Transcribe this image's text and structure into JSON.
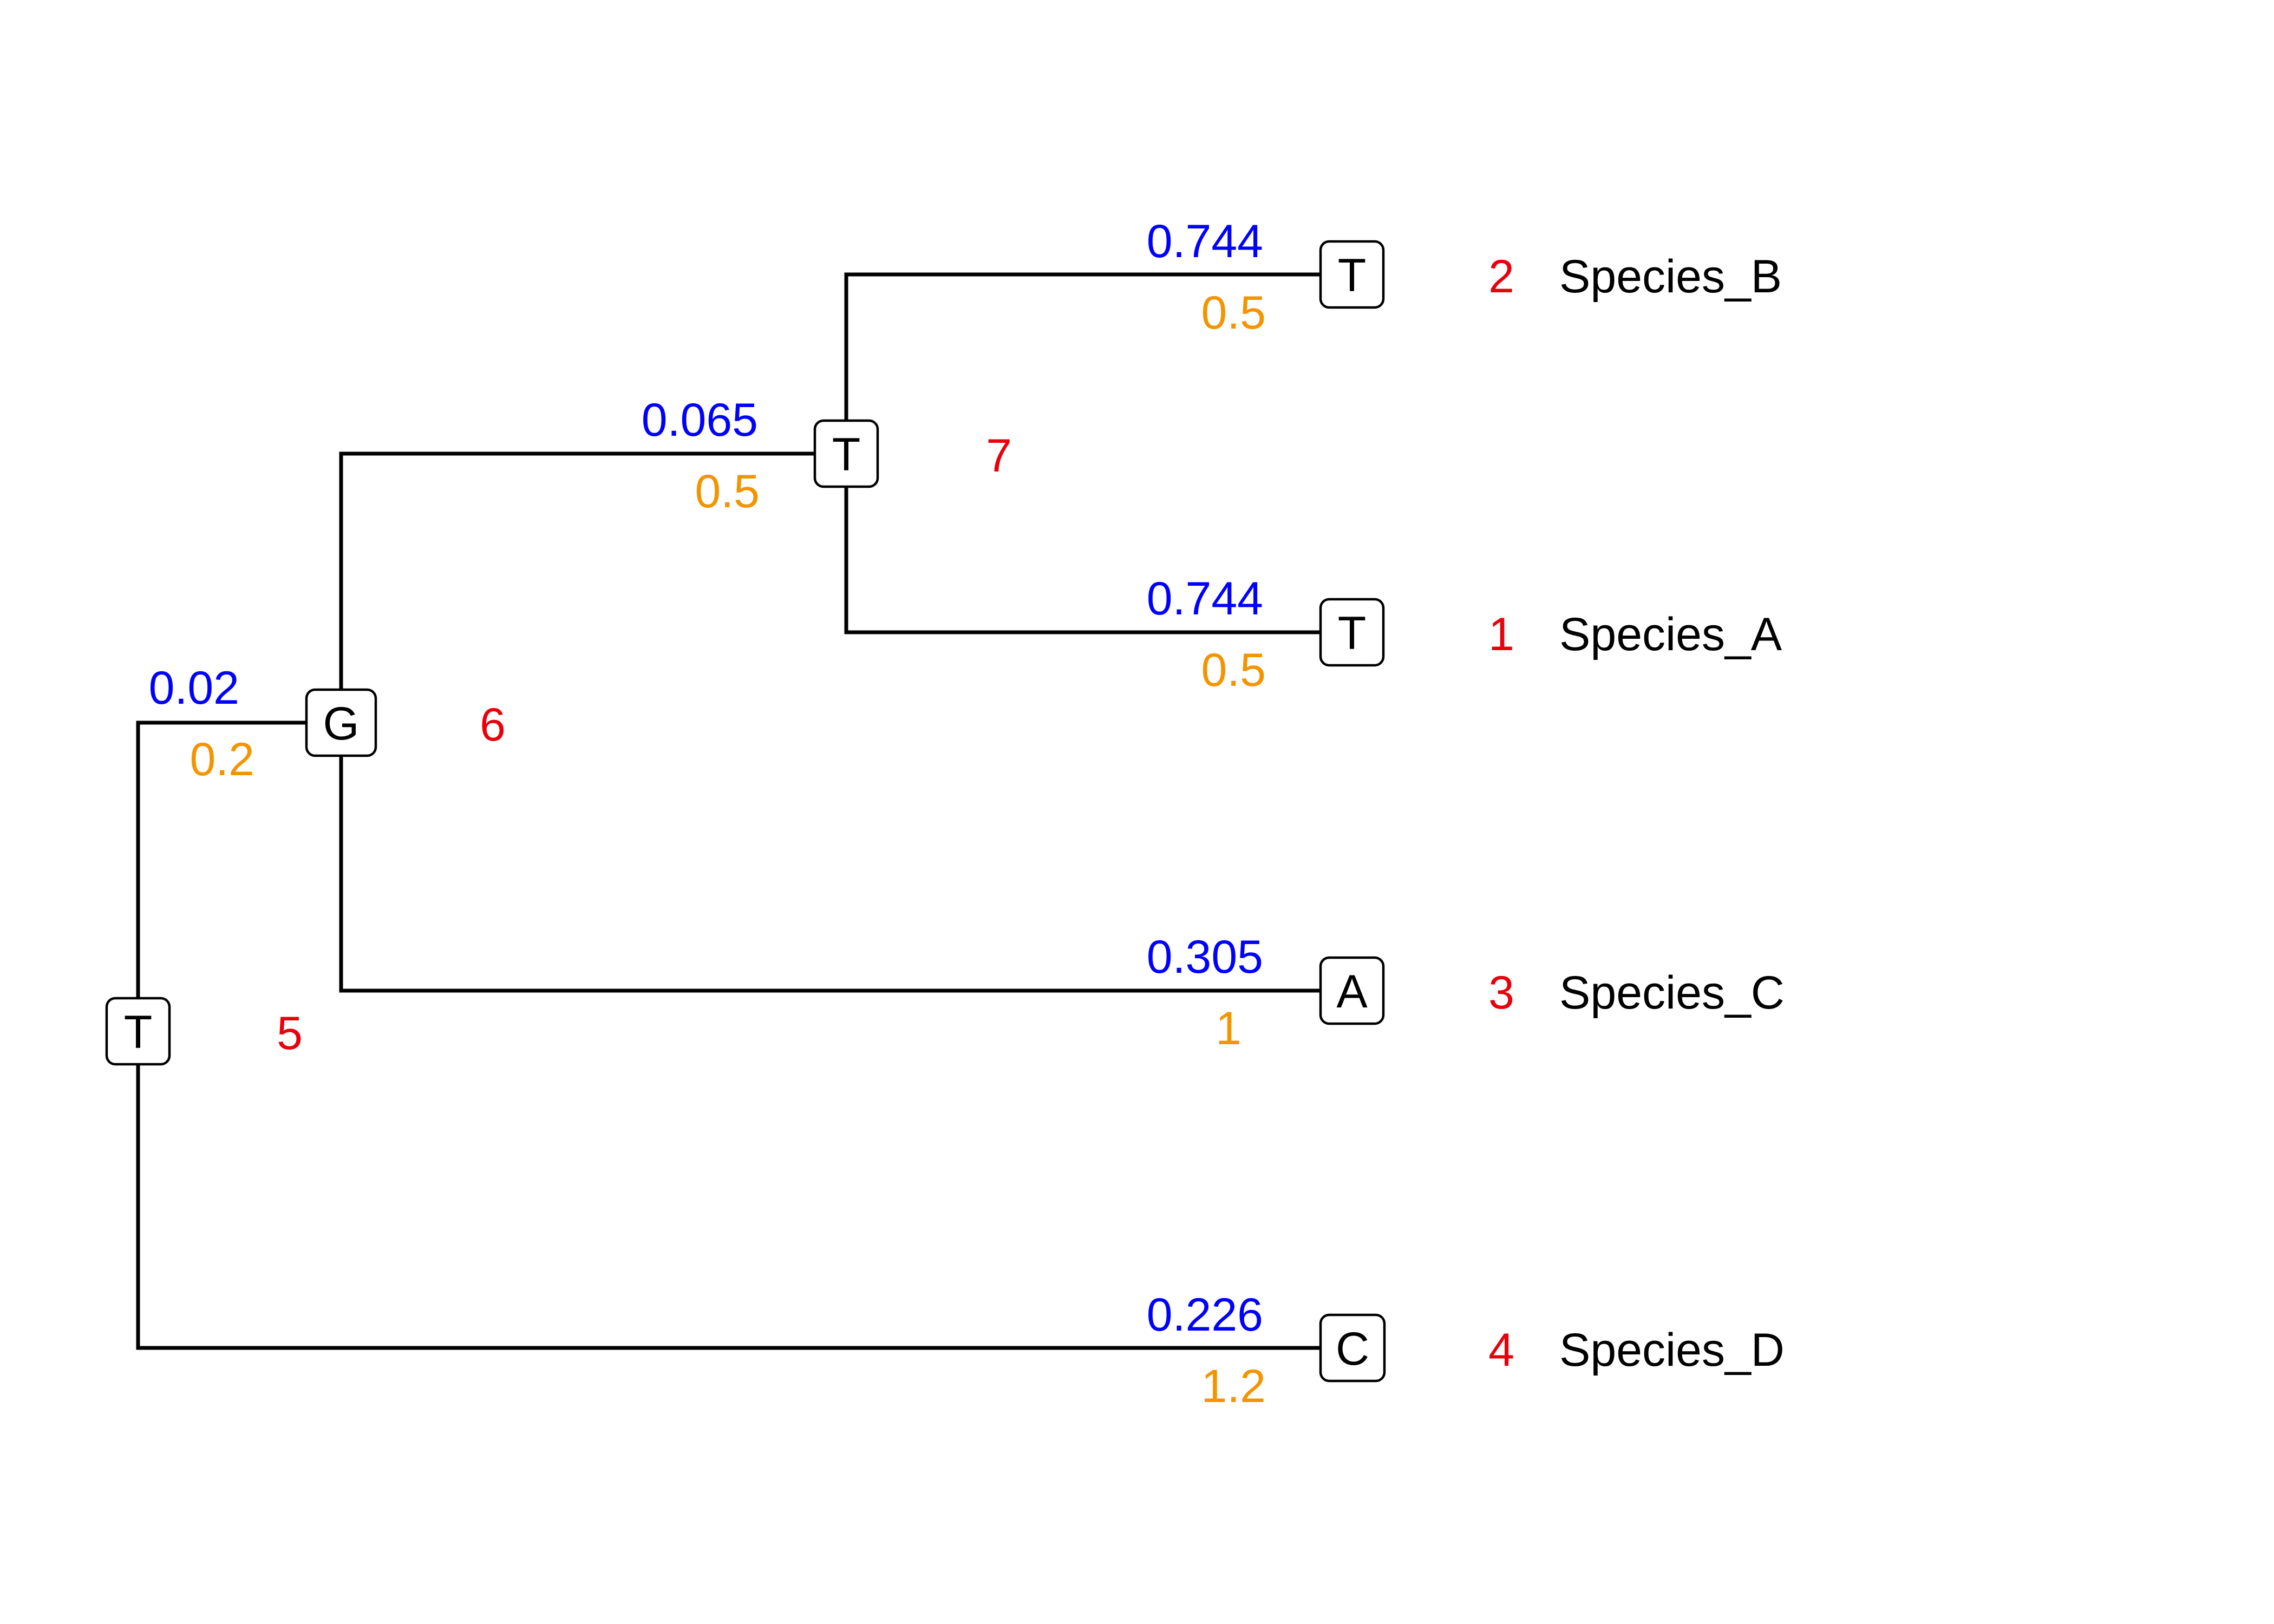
{
  "colors": {
    "blue_label": "#0000ff",
    "orange_label": "#f39400",
    "node_id": "#e8000b",
    "line": "#000000"
  },
  "tree": {
    "internal_nodes": [
      {
        "id": "5",
        "state": "T",
        "blue": "0.02",
        "orange": "0.2"
      },
      {
        "id": "6",
        "state": "G",
        "blue": "0.065",
        "orange": "0.5"
      },
      {
        "id": "7",
        "state": "T"
      }
    ],
    "leaves": [
      {
        "id": "2",
        "state": "T",
        "species": "Species_B",
        "blue": "0.744",
        "orange": "0.5"
      },
      {
        "id": "1",
        "state": "T",
        "species": "Species_A",
        "blue": "0.744",
        "orange": "0.5"
      },
      {
        "id": "3",
        "state": "A",
        "species": "Species_C",
        "blue": "0.305",
        "orange": "1"
      },
      {
        "id": "4",
        "state": "C",
        "species": "Species_D",
        "blue": "0.226",
        "orange": "1.2"
      }
    ]
  }
}
